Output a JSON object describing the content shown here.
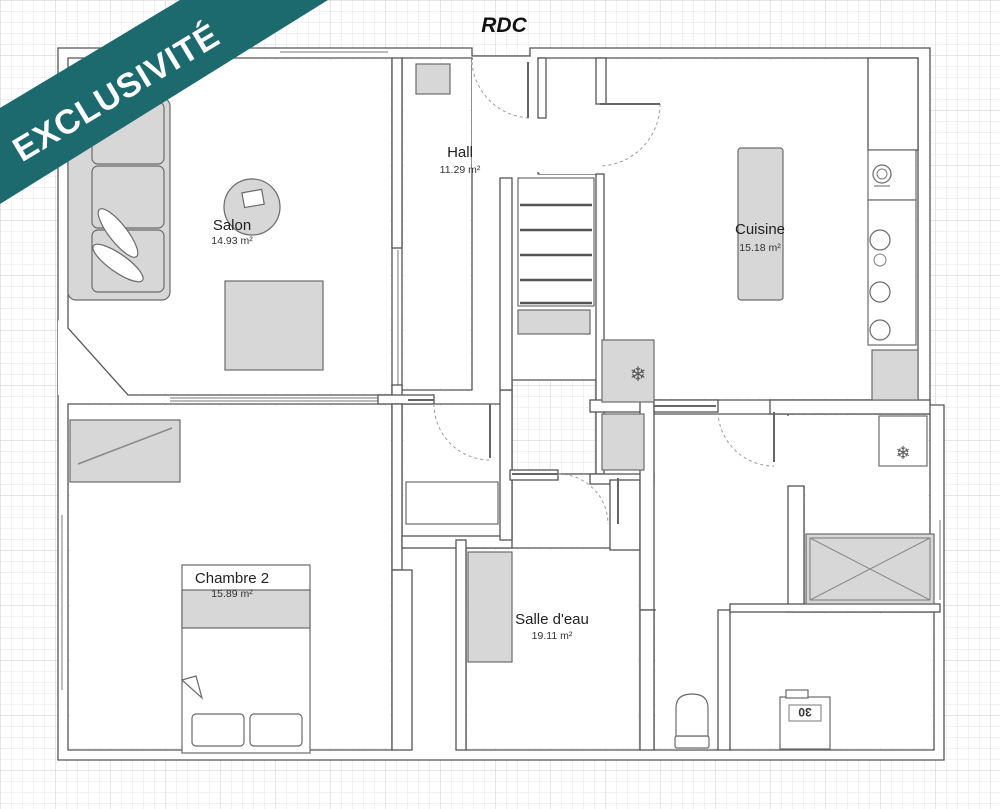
{
  "plan": {
    "level_title": "RDC",
    "badge": "EXCLUSIVITÉ",
    "colors": {
      "badge": "#1d6a6e",
      "grid": "#d6d6d6",
      "wall": "#555555",
      "furniture": "#d7d7d7"
    },
    "rooms": [
      {
        "name": "Salon",
        "area": "14.93 m²"
      },
      {
        "name": "Hall",
        "area": "11.29 m²"
      },
      {
        "name": "Cuisine",
        "area": "15.18 m²"
      },
      {
        "name": "Chambre 2",
        "area": "15.89 m²"
      },
      {
        "name": "Salle d'eau",
        "area": "19.11 m²"
      }
    ],
    "appliance_labels": {
      "washer_display": "30"
    },
    "icons": [
      "snowflake-icon",
      "snowflake-icon",
      "stove-burner-icon",
      "microwave-icon",
      "washing-machine-icon",
      "toilet-icon"
    ]
  }
}
